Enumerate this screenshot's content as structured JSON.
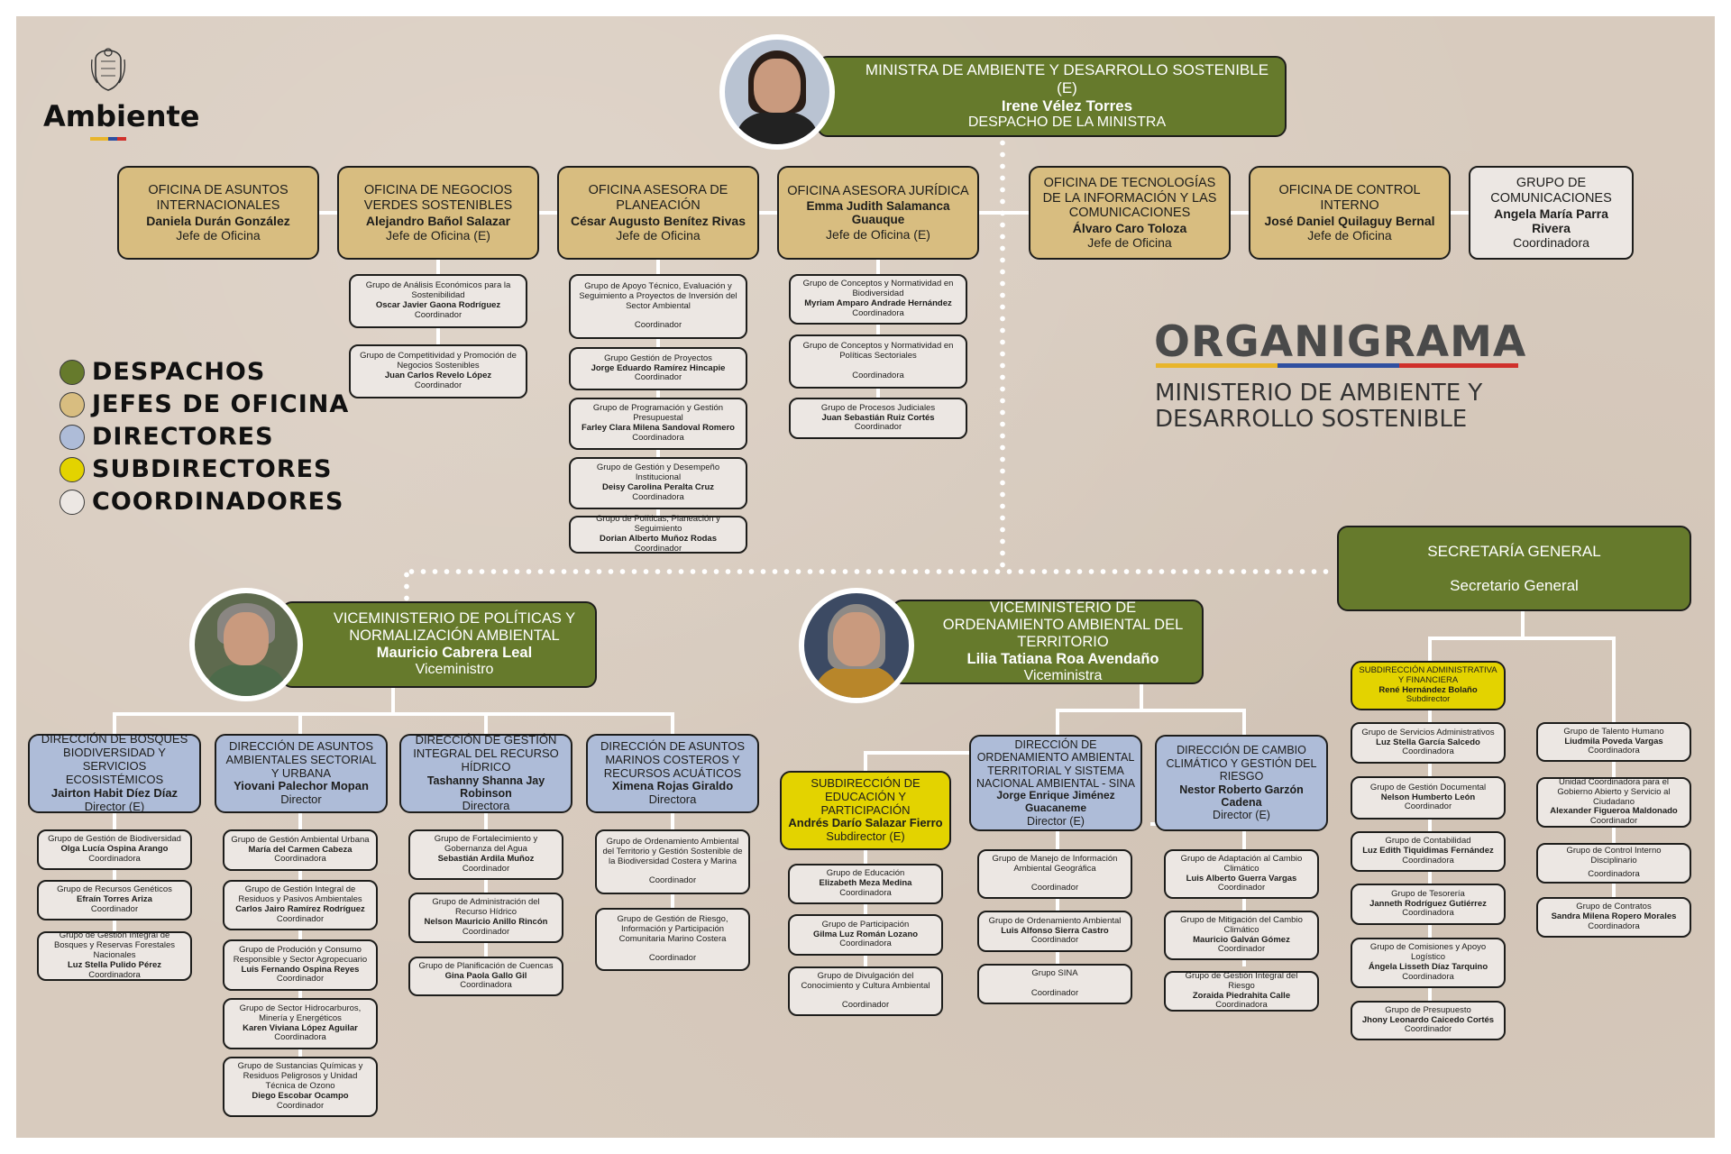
{
  "brand": {
    "name": "Ambiente",
    "colors": {
      "yellow": "#e8b52c",
      "blue": "#2f4fa0",
      "red": "#d0302b"
    }
  },
  "header": {
    "title": "ORGANIGRAMA",
    "subtitle_line1": "MINISTERIO DE AMBIENTE Y",
    "subtitle_line2": "DESARROLLO SOSTENIBLE"
  },
  "legend": [
    {
      "label": "DESPACHOS",
      "color": "#667a2c"
    },
    {
      "label": "JEFES DE OFICINA",
      "color": "#d8bd80"
    },
    {
      "label": "DIRECTORES",
      "color": "#aebcd8"
    },
    {
      "label": "SUBDIRECTORES",
      "color": "#e3d300"
    },
    {
      "label": "COORDINADORES",
      "color": "#ece7e3"
    }
  ],
  "minister": {
    "title": "MINISTRA DE AMBIENTE Y DESARROLLO SOSTENIBLE (E)",
    "name": "Irene Vélez Torres",
    "office": "DESPACHO DE LA MINISTRA"
  },
  "offices": [
    {
      "title": "OFICINA DE ASUNTOS INTERNACIONALES",
      "name": "Daniela Durán González",
      "role": "Jefe de Oficina",
      "groups": []
    },
    {
      "title": "OFICINA DE NEGOCIOS VERDES SOSTENIBLES",
      "name": "Alejandro Bañol Salazar",
      "role": "Jefe de Oficina (E)",
      "groups": [
        {
          "title": "Grupo de Análisis Económicos para la Sostenibilidad",
          "name": "Oscar Javier Gaona Rodríguez",
          "role": "Coordinador"
        },
        {
          "title": "Grupo de Competitividad y Promoción de Negocios Sostenibles",
          "name": "Juan Carlos Revelo López",
          "role": "Coordinador"
        }
      ]
    },
    {
      "title": "OFICINA ASESORA DE PLANEACIÓN",
      "name": "César Augusto Benítez Rivas",
      "role": "Jefe de Oficina",
      "groups": [
        {
          "title": "Grupo de Apoyo Técnico, Evaluación y Seguimiento a Proyectos de Inversión del Sector Ambiental",
          "name": "",
          "role": "Coordinador"
        },
        {
          "title": "Grupo Gestión de Proyectos",
          "name": "Jorge Eduardo Ramírez Hincapie",
          "role": "Coordinador"
        },
        {
          "title": "Grupo de Programación y Gestión Presupuestal",
          "name": "Farley Clara Milena Sandoval Romero",
          "role": "Coordinadora"
        },
        {
          "title": "Grupo de Gestión y Desempeño Institucional",
          "name": "Deisy Carolina Peralta Cruz",
          "role": "Coordinadora"
        },
        {
          "title": "Grupo de Políticas, Planeación y Seguimiento",
          "name": "Dorian Alberto Muñoz Rodas",
          "role": "Coordinador"
        }
      ]
    },
    {
      "title": "OFICINA ASESORA JURÍDICA",
      "name": "Emma Judith Salamanca Guauque",
      "role": "Jefe de Oficina (E)",
      "groups": [
        {
          "title": "Grupo de Conceptos y Normatividad en Biodiversidad",
          "name": "Myriam Amparo Andrade Hernández",
          "role": "Coordinadora"
        },
        {
          "title": "Grupo de Conceptos y Normatividad en Políticas Sectoriales",
          "name": "",
          "role": "Coordinadora"
        },
        {
          "title": "Grupo de Procesos Judiciales",
          "name": "Juan Sebastián Ruiz Cortés",
          "role": "Coordinador"
        }
      ]
    },
    {
      "title": "OFICINA DE TECNOLOGÍAS DE LA INFORMACIÓN Y LAS COMUNICACIONES",
      "name": "Álvaro Caro Toloza",
      "role": "Jefe de Oficina",
      "groups": []
    },
    {
      "title": "OFICINA DE CONTROL INTERNO",
      "name": "José Daniel Quilaguy Bernal",
      "role": "Jefe de Oficina",
      "groups": []
    },
    {
      "title": "GRUPO DE COMUNICACIONES",
      "name": "Angela María Parra Rivera",
      "role": "Coordinadora",
      "groups": []
    }
  ],
  "vice1": {
    "title": "VICEMINISTERIO DE POLÍTICAS Y NORMALIZACIÓN AMBIENTAL",
    "name": "Mauricio Cabrera Leal",
    "role": "Viceministro",
    "directions": [
      {
        "title": "DIRECCIÓN DE BOSQUES BIODIVERSIDAD Y SERVICIOS ECOSISTÉMICOS",
        "name": "Jairton Habit Díez Díaz",
        "role": "Director (E)",
        "groups": [
          {
            "title": "Grupo de Gestión de Biodiversidad",
            "name": "Olga Lucía Ospina Arango",
            "role": "Coordinadora"
          },
          {
            "title": "Grupo de Recursos Genéticos",
            "name": "Efraín Torres Ariza",
            "role": "Coordinador"
          },
          {
            "title": "Grupo de Gestión Integral de Bosques y Reservas Forestales Nacionales",
            "name": "Luz Stella Pulido Pérez",
            "role": "Coordinadora"
          }
        ]
      },
      {
        "title": "DIRECCIÓN DE ASUNTOS AMBIENTALES SECTORIAL Y URBANA",
        "name": "Yiovani Palechor Mopan",
        "role": "Director",
        "groups": [
          {
            "title": "Grupo de Gestión Ambiental Urbana",
            "name": "María del Carmen Cabeza",
            "role": "Coordinadora"
          },
          {
            "title": "Grupo de Gestión Integral de Residuos y Pasivos Ambientales",
            "name": "Carlos Jairo Ramírez Rodríguez",
            "role": "Coordinador"
          },
          {
            "title": "Grupo de Produción y Consumo Responsible y Sector Agropecuario",
            "name": "Luis Fernando Ospina Reyes",
            "role": "Coordinador"
          },
          {
            "title": "Grupo de Sector Hidrocarburos, Minería y Energéticos",
            "name": "Karen Viviana López Aguilar",
            "role": "Coordinadora"
          },
          {
            "title": "Grupo de Sustancias Químicas y Residuos Peligrosos  y Unidad Técnica de Ozono",
            "name": "Diego Escobar Ocampo",
            "role": "Coordinador"
          }
        ]
      },
      {
        "title": "DIRECCIÓN DE GESTIÓN INTEGRAL DEL RECURSO HÍDRICO",
        "name": "Tashanny Shanna Jay Robinson",
        "role": "Directora",
        "groups": [
          {
            "title": "Grupo de Fortalecimiento y Gobernanza del Agua",
            "name": "Sebastián Ardila Muñoz",
            "role": "Coordinador"
          },
          {
            "title": "Grupo de Administración del Recurso Hídrico",
            "name": "Nelson Mauricio Anillo Rincón",
            "role": "Coordinador"
          },
          {
            "title": "Grupo de Planificación de Cuencas",
            "name": "Gina Paola Gallo Gil",
            "role": "Coordinadora"
          }
        ]
      },
      {
        "title": "DIRECCIÓN DE ASUNTOS MARINOS COSTEROS Y RECURSOS ACUÁTICOS",
        "name": "Ximena Rojas Giraldo",
        "role": "Directora",
        "groups": [
          {
            "title": "Grupo de Ordenamiento Ambiental del Territorio y Gestión Sostenible de la Biodiversidad Costera y Marina",
            "name": "",
            "role": "Coordinador"
          },
          {
            "title": "Grupo de Gestión de Riesgo, Información y Participación Comunitaria Marino Costera",
            "name": "",
            "role": "Coordinador"
          }
        ]
      }
    ]
  },
  "vice2": {
    "title": "VICEMINISTERIO DE ORDENAMIENTO AMBIENTAL DEL TERRITORIO",
    "name": "Lilia Tatiana Roa Avendaño",
    "role": "Viceministra",
    "subdirection": {
      "title": "SUBDIRECCIÓN DE EDUCACIÓN Y PARTICIPACIÓN",
      "name": "Andrés Darío Salazar Fierro",
      "role": "Subdirector (E)",
      "groups": [
        {
          "title": "Grupo de Educación",
          "name": "Elizabeth Meza Medina",
          "role": "Coordinadora"
        },
        {
          "title": "Grupo de Participación",
          "name": "Gilma Luz Román Lozano",
          "role": "Coordinadora"
        },
        {
          "title": "Grupo de Divulgación del Conocimiento y Cultura Ambiental",
          "name": "",
          "role": "Coordinador"
        }
      ]
    },
    "directions": [
      {
        "title": "DIRECCIÓN DE ORDENAMIENTO AMBIENTAL TERRITORIAL Y SISTEMA NACIONAL AMBIENTAL - SINA",
        "name": "Jorge Enrique Jiménez Guacaneme",
        "role": "Director (E)",
        "groups": [
          {
            "title": "Grupo de Manejo de Información Ambiental Geográfica",
            "name": "",
            "role": "Coordinador"
          },
          {
            "title": "Grupo de Ordenamiento Ambiental",
            "name": "Luis Alfonso Sierra Castro",
            "role": "Coordinador"
          },
          {
            "title": "Grupo SINA",
            "name": "",
            "role": "Coordinador"
          }
        ]
      },
      {
        "title": "DIRECCIÓN DE CAMBIO CLIMÁTICO Y GESTIÓN DEL RIESGO",
        "name": "Nestor Roberto Garzón Cadena",
        "role": "Director (E)",
        "groups": [
          {
            "title": "Grupo de Adaptación al Cambio Climático",
            "name": "Luis Alberto Guerra Vargas",
            "role": "Coordinador"
          },
          {
            "title": "Grupo de Mitigación del Cambio Climático",
            "name": "Mauricio Galván Gómez",
            "role": "Coordinador"
          },
          {
            "title": "Grupo de Gestión Integral del Riesgo",
            "name": "Zoraida Piedrahita Calle",
            "role": "Coordinadora"
          }
        ]
      }
    ]
  },
  "secretaria": {
    "title": "SECRETARÍA GENERAL",
    "role": "Secretario General",
    "subdirection": {
      "title": "SUBDIRECCIÓN ADMINISTRATIVA Y FINANCIERA",
      "name": "René Hernández Bolaño",
      "role": "Subdirector",
      "groups": [
        {
          "title": "Grupo de Servicios Administrativos",
          "name": "Luz Stella García Salcedo",
          "role": "Coordinadora"
        },
        {
          "title": "Grupo de Gestión Documental",
          "name": "Nelson Humberto León",
          "role": "Coordinador"
        },
        {
          "title": "Grupo de Contabilidad",
          "name": "Luz Edith Tiquidimas Fernández",
          "role": "Coordinadora"
        },
        {
          "title": "Grupo de Tesorería",
          "name": "Janneth Rodríguez Gutiérrez",
          "role": "Coordinadora"
        },
        {
          "title": "Grupo de Comisiones y Apoyo Logístico",
          "name": "Ángela Lisseth Díaz Tarquino",
          "role": "Coordinadora"
        },
        {
          "title": "Grupo de Presupuesto",
          "name": "Jhony Leonardo Caicedo Cortés",
          "role": "Coordinador"
        }
      ]
    },
    "groups": [
      {
        "title": "Grupo de Talento Humano",
        "name": "Liudmila Poveda Vargas",
        "role": "Coordinadora"
      },
      {
        "title": "Unidad Coordinadora para el Gobierno Abierto y Servicio al Ciudadano",
        "name": "Alexander Figueroa Maldonado",
        "role": "Coordinador"
      },
      {
        "title": "Grupo de Control Interno Disciplinario",
        "name": "",
        "role": "Coordinadora"
      },
      {
        "title": "Grupo de Contratos",
        "name": "Sandra Milena Ropero Morales",
        "role": "Coordinadora"
      }
    ]
  }
}
